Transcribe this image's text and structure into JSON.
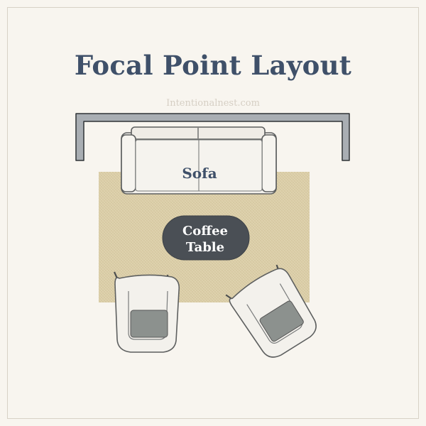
{
  "title": "Focal Point Layout",
  "credit": "Intentionalnest.com",
  "labels": {
    "sofa": "Sofa",
    "coffee_table_line1": "Coffee",
    "coffee_table_line2": "Table"
  },
  "colors": {
    "background": "#f8f5ef",
    "title": "#3f5069",
    "credit": "#d6cfc4",
    "wall_fill": "#a9aeb3",
    "wall_stroke": "#2f3336",
    "rug": "#dccfa9",
    "furniture": "#f3f1ec",
    "furniture_stroke": "#5d5f5f",
    "table": "#4a4f55",
    "pillow": "#8c918e"
  }
}
